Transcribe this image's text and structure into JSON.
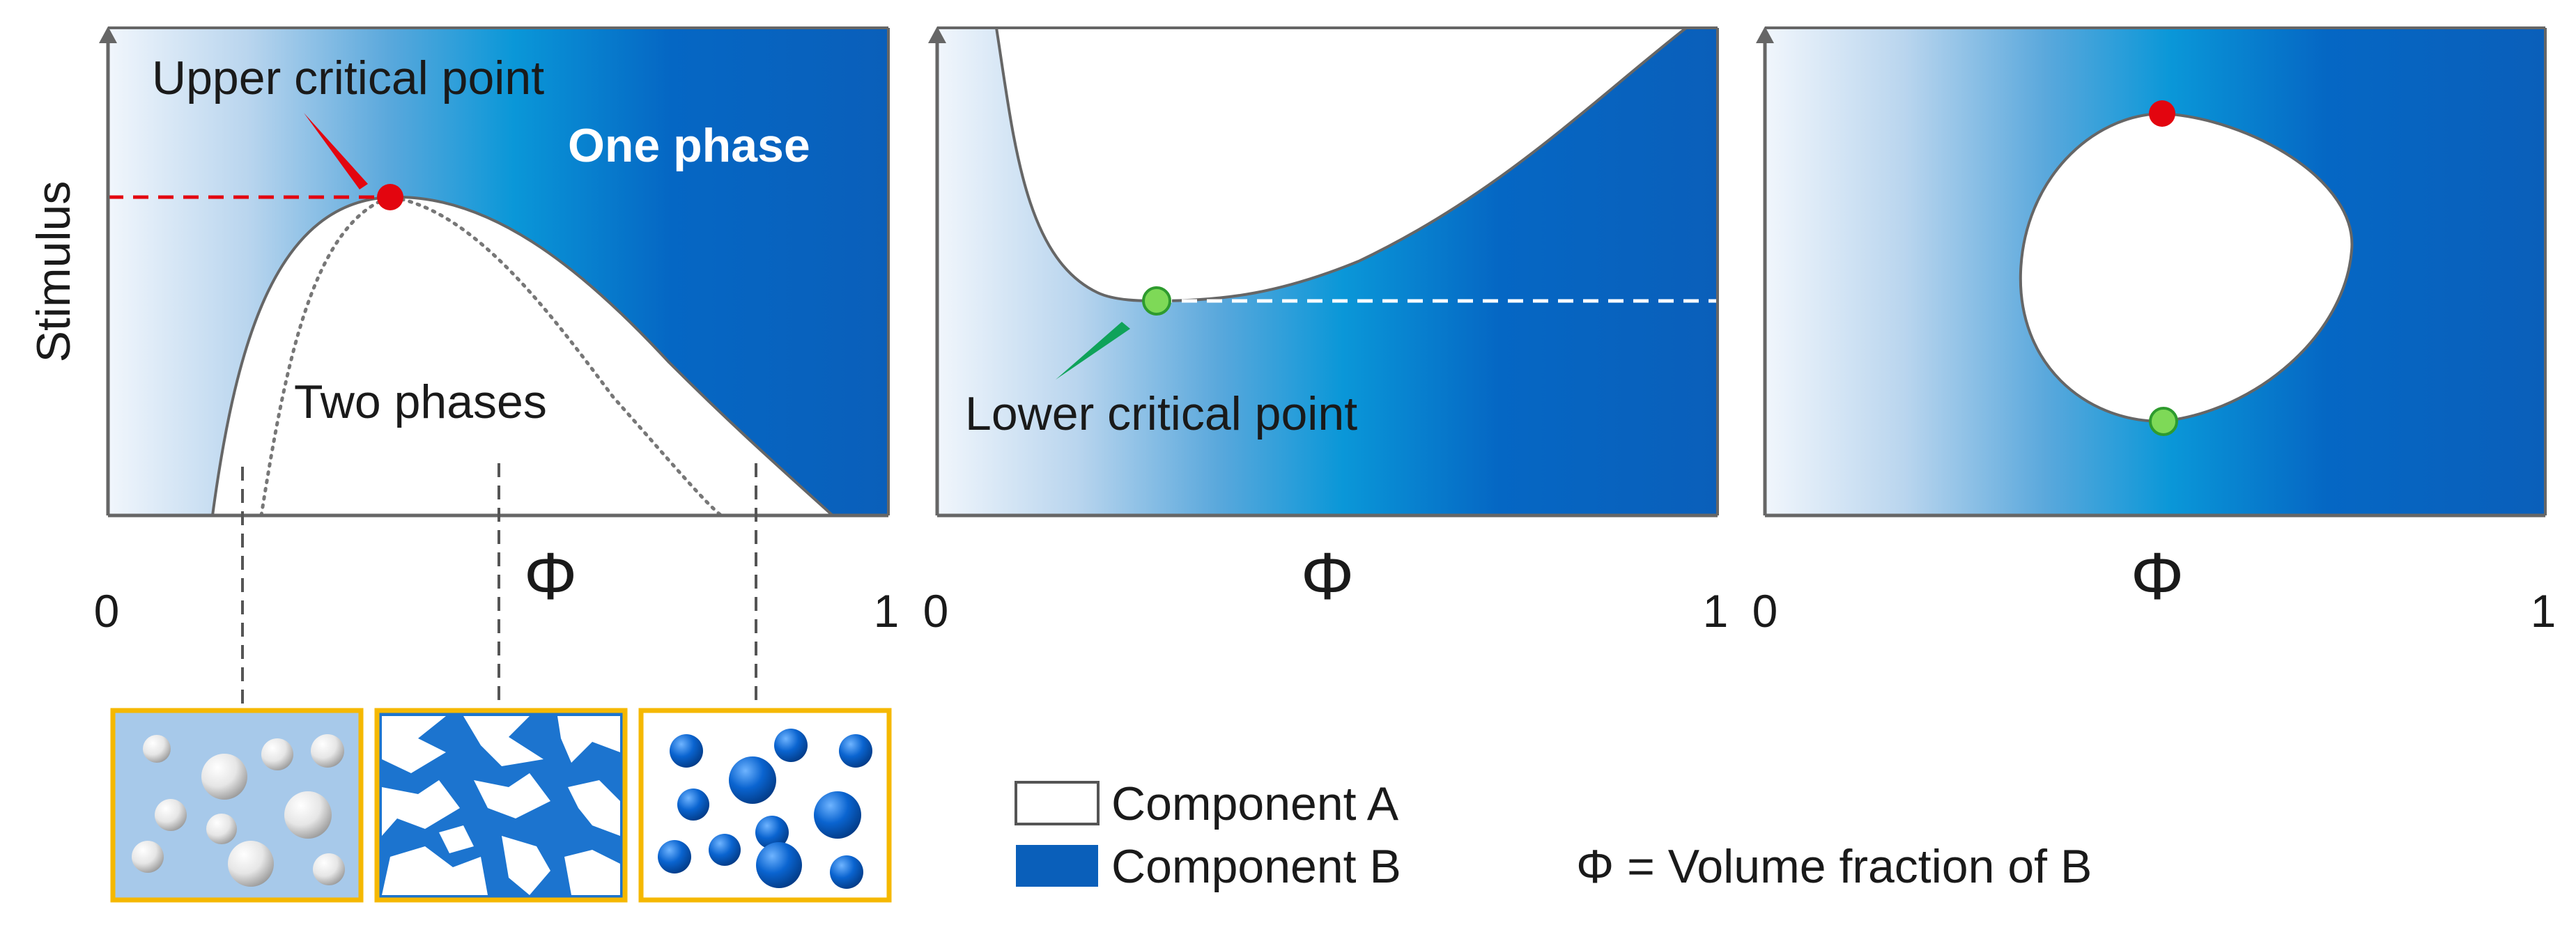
{
  "panel1": {
    "y_axis_label": "Stimulus",
    "upper_critical_label": "Upper critical point",
    "one_phase_label": "One phase",
    "two_phases_label": "Two phases",
    "x_symbol": "Φ",
    "tick_start": "0",
    "tick_end": "1"
  },
  "panel2": {
    "lower_critical_label": "Lower critical point",
    "x_symbol": "Φ",
    "tick_start": "0",
    "tick_end": "1"
  },
  "panel3": {
    "x_symbol": "Φ",
    "tick_start": "0",
    "tick_end": "1"
  },
  "legend": {
    "component_a": "Component A",
    "component_b": "Component B",
    "phi_definition": "Φ = Volume fraction of B"
  },
  "colors": {
    "component_b": "#0a5fba",
    "component_a": "#ffffff",
    "upper_critical": "#e3050f",
    "lower_critical": "#7ed957",
    "inset_border": "#f5b800",
    "inset_a_bg": "#a7c9ea"
  }
}
